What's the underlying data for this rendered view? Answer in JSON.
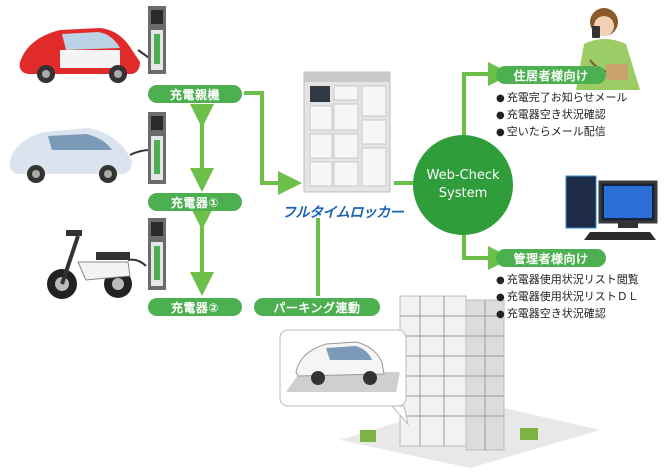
{
  "labels": {
    "parent_charger": "充電親機",
    "charger_1": "充電器①",
    "charger_2": "充電器②",
    "parking": "パーキング連動",
    "residents": "住居者様向け",
    "admins": "管理者様向け"
  },
  "logo_text": "フルタイムロッカー",
  "webcheck": {
    "line1": "Web-Check",
    "line2": "System"
  },
  "residents_items": [
    "充電完了お知らせメール",
    "充電器空き状況確認",
    "空いたらメール配信"
  ],
  "admins_items": [
    "充電器使用状況リスト閲覧",
    "充電器使用状況リストＤＬ",
    "充電器空き状況確認"
  ],
  "colors": {
    "green": "#4caf50",
    "dark_green": "#2e9d3a",
    "bar": "#6cc04a",
    "logo_blue": "#1a63b4"
  }
}
